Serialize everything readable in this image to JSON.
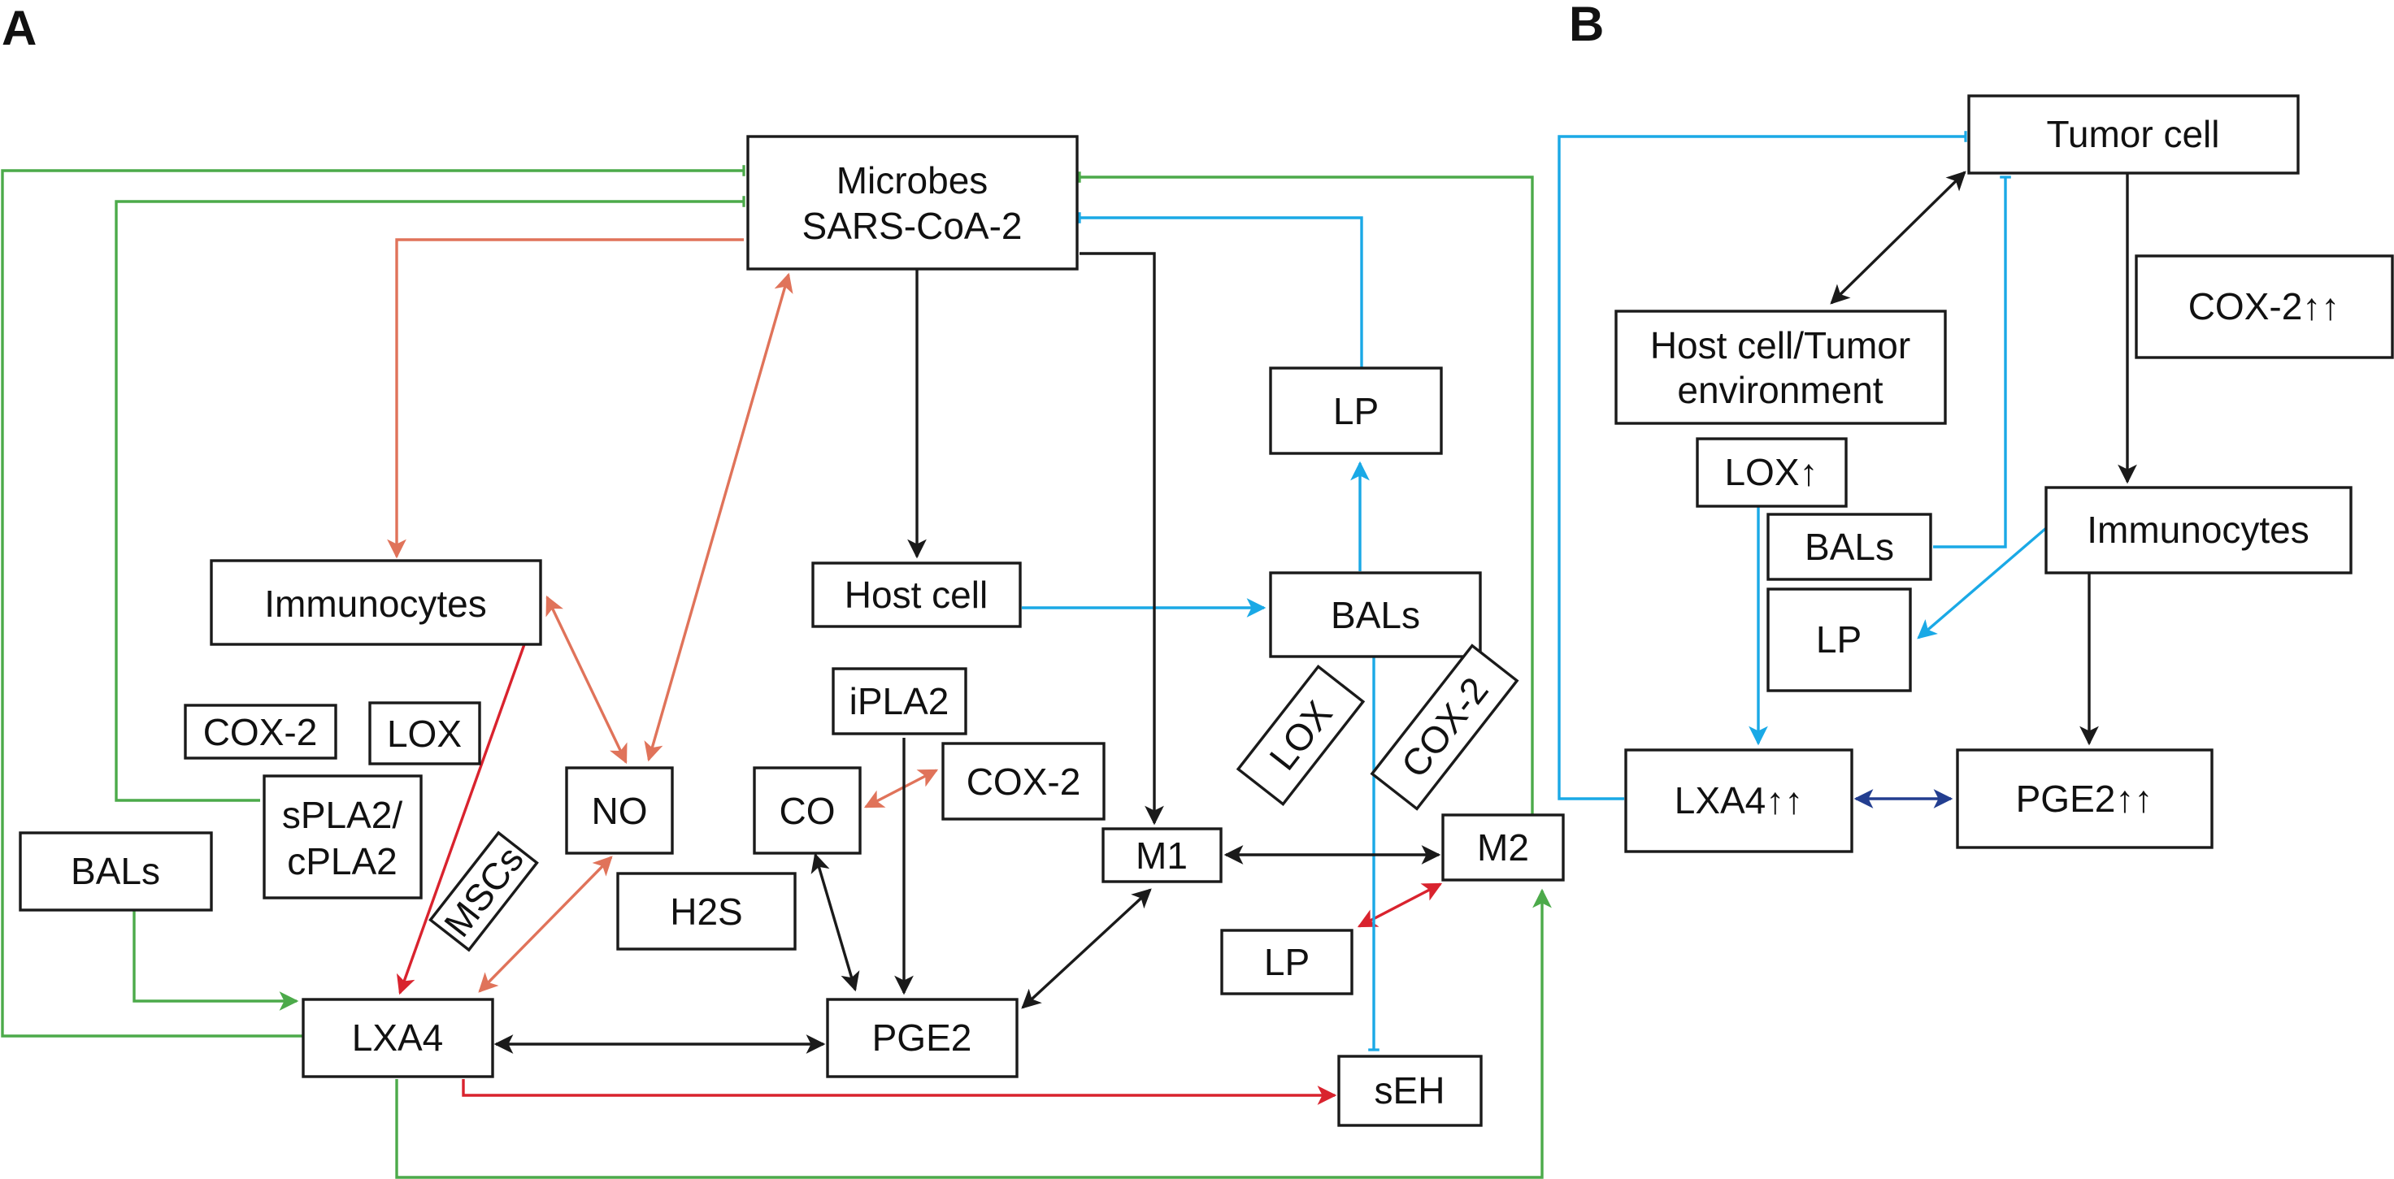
{
  "panels": {
    "a": "A",
    "b": "B"
  },
  "colors": {
    "black": "#1a1a1a",
    "green": "#4caa4a",
    "orange": "#e0735a",
    "blue": "#1aa9e6",
    "red": "#d9232e",
    "navy": "#233e90"
  },
  "nodes": {
    "microbes1": "Microbes",
    "microbes2": "SARS-CoA-2",
    "immunocytes_a": "Immunocytes",
    "host_cell": "Host cell",
    "lp_top": "LP",
    "bals_mid": "BALs",
    "cox2_a": "COX-2",
    "lox_a": "LOX",
    "ipla2": "iPLA2",
    "cox2_b": "COX-2",
    "co": "CO",
    "no": "NO",
    "spla2_1": "sPLA2/",
    "spla2_2": "cPLA2",
    "bals_left": "BALs",
    "mscs": "MSCs",
    "h2s": "H2S",
    "m1": "M1",
    "m2": "M2",
    "lp_bot": "LP",
    "lxa4": "LXA4",
    "pge2": "PGE2",
    "seh": "sEH",
    "lox_rot": "LOX",
    "cox2_rot": "COX-2",
    "tumor_cell": "Tumor cell",
    "host_tumor1": "Host cell/Tumor",
    "host_tumor2": "environment",
    "cox2_up": "COX-2↑↑",
    "lox_up": "LOX↑",
    "bals_b": "BALs",
    "immunocytes_b": "Immunocytes",
    "lp_b": "LP",
    "lxa4_up": "LXA4↑↑",
    "pge2_up": "PGE2↑↑"
  }
}
